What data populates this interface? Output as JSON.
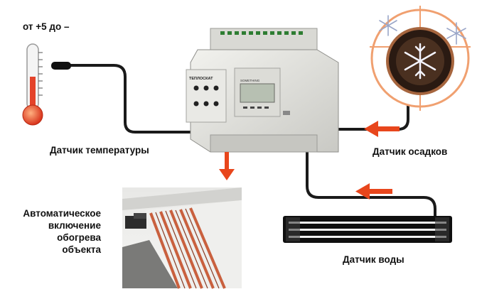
{
  "labels": {
    "temp_range": "от +5 до –",
    "temp_sensor": "Датчик температуры",
    "precip_sensor": "Датчик осадков",
    "water_sensor": "Датчик  воды",
    "auto_heating": [
      "Автоматическое",
      "включение",
      "обогрева",
      "объекта"
    ]
  },
  "device": {
    "brand": "ТЕПЛОСКАТ",
    "display_text": "SOMETHING"
  },
  "colors": {
    "arrow": "#e8461c",
    "cable": "#1a1a1a",
    "ring": "#f0a070",
    "thermo_bulb": "#e4432a",
    "heating_cable": "#c9603e"
  }
}
